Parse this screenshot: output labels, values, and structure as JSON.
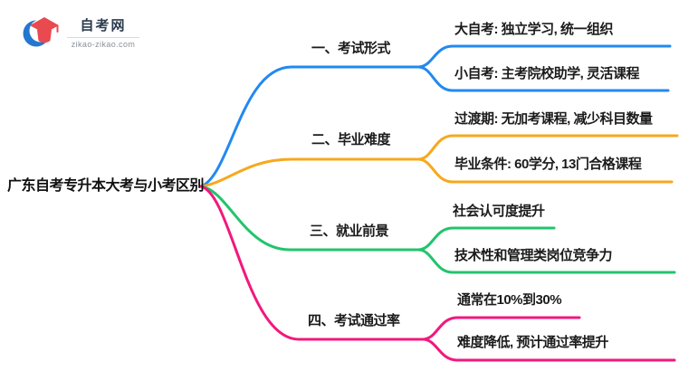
{
  "logo": {
    "site_name": "自考网",
    "site_url": "zikao-zikao.com",
    "colors": {
      "crescent_blue": "#2377cf",
      "cap_red": "#e84a50"
    }
  },
  "root": {
    "label": "广东自考专升本大考与小考区别"
  },
  "branches": [
    {
      "label": "一、考试形式",
      "color": "#2289f0",
      "leaves": [
        {
          "text": "大自考: 独立学习, 统一组织"
        },
        {
          "text": "小自考: 主考院校助学, 灵活课程"
        }
      ]
    },
    {
      "label": "二、毕业难度",
      "color": "#f7a81c",
      "leaves": [
        {
          "text": "过渡期: 无加考课程, 减少科目数量"
        },
        {
          "text": "毕业条件: 60学分, 13门合格课程"
        }
      ]
    },
    {
      "label": "三、就业前景",
      "color": "#21c46c",
      "leaves": [
        {
          "text": "社会认可度提升"
        },
        {
          "text": "技术性和管理类岗位竞争力"
        }
      ]
    },
    {
      "label": "四、考试通过率",
      "color": "#f2187d",
      "leaves": [
        {
          "text": "通常在10%到30%"
        },
        {
          "text": "难度降低, 预计通过率提升"
        }
      ]
    }
  ]
}
